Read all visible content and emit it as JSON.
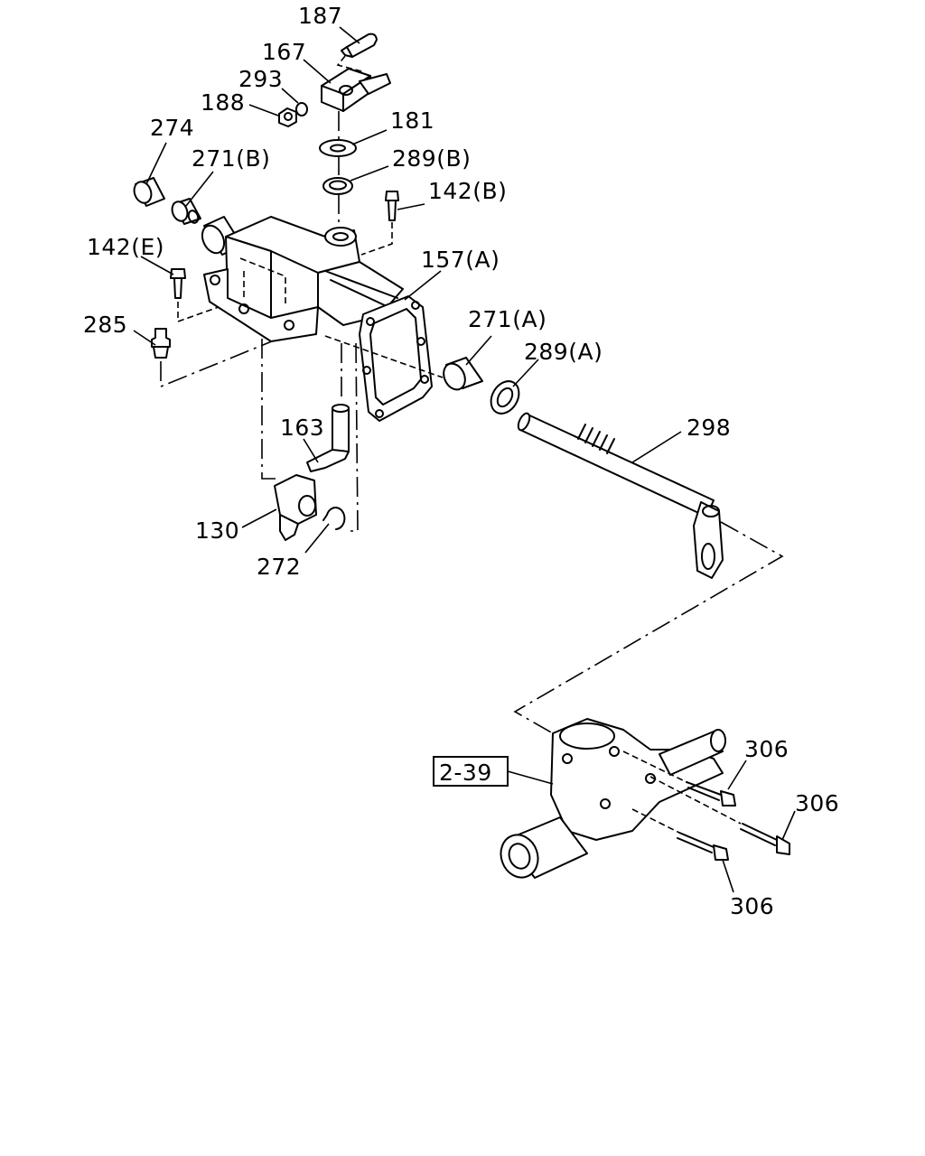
{
  "callouts": {
    "p187": "187",
    "p167": "167",
    "p293": "293",
    "p188": "188",
    "p181": "181",
    "p274": "274",
    "p271b": "271(B)",
    "p289b": "289(B)",
    "p142b": "142(B)",
    "p142e": "142(E)",
    "p157a": "157(A)",
    "p285": "285",
    "p271a": "271(A)",
    "p289a": "289(A)",
    "p163": "163",
    "p298": "298",
    "p130": "130",
    "p272": "272",
    "p306a": "306",
    "p306b": "306",
    "p306c": "306"
  },
  "reference": {
    "label": "2-39"
  }
}
